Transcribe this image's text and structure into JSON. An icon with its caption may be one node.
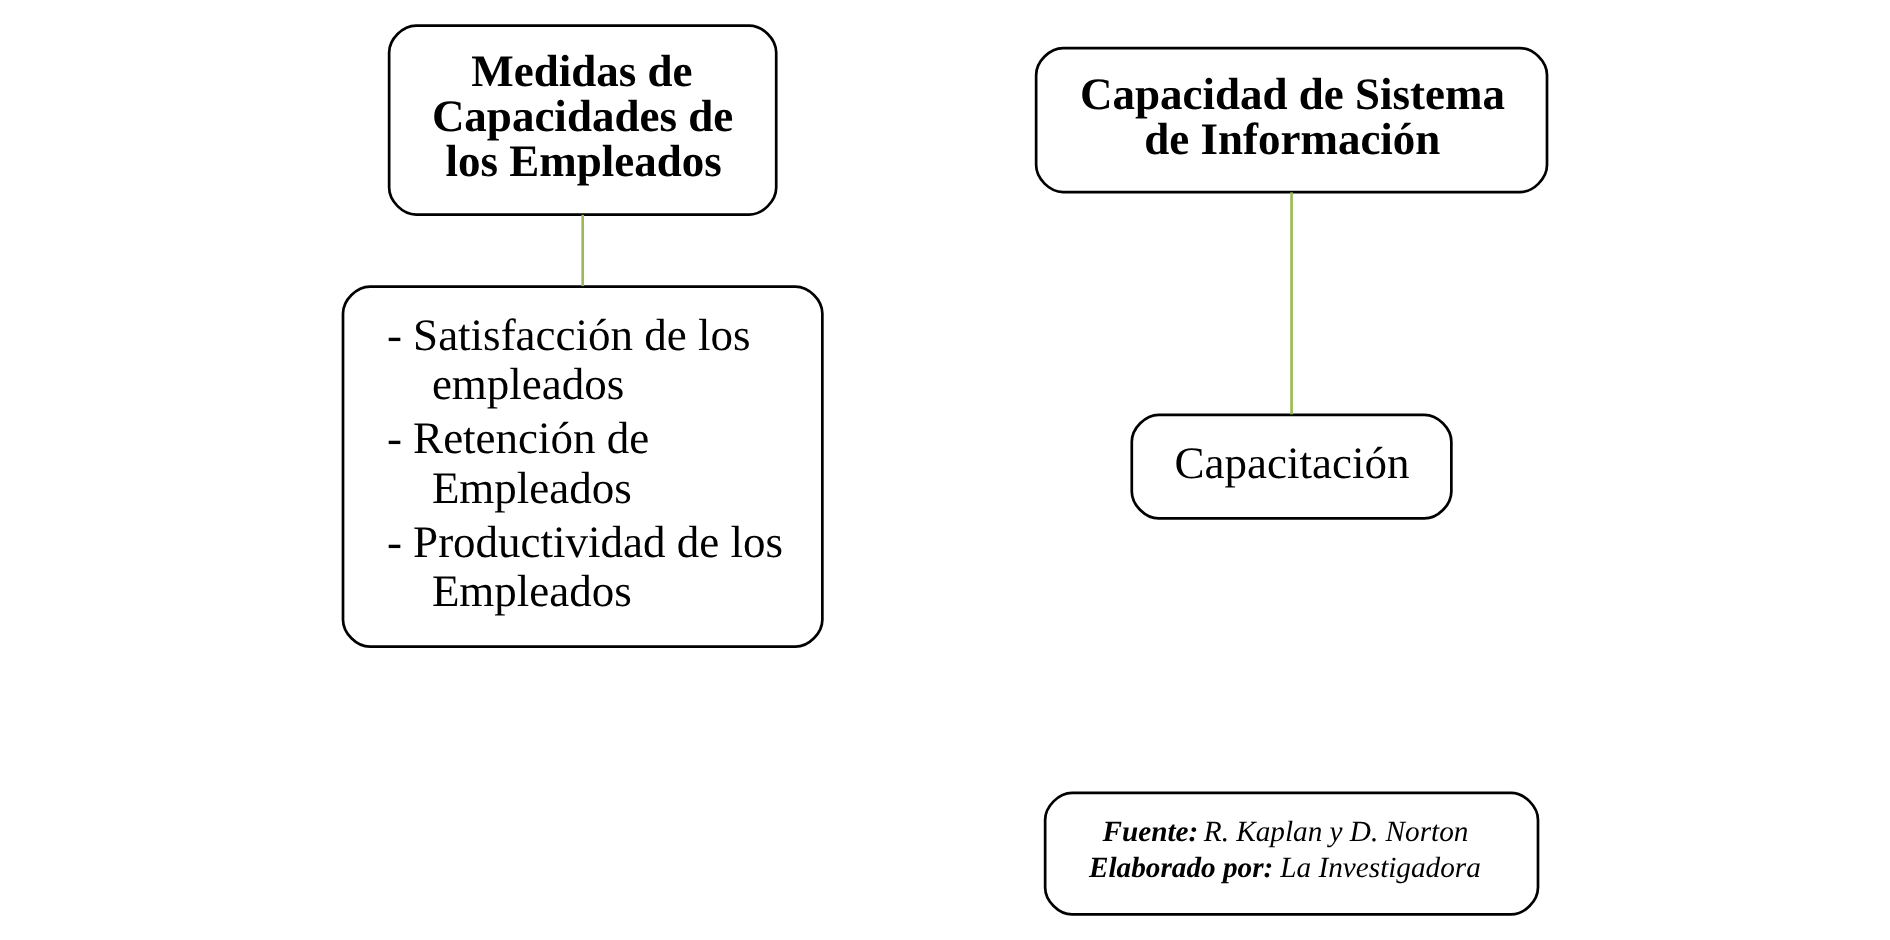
{
  "diagram": {
    "nodes": [
      {
        "text": [
          "Medidas de Capacidades de los Empleados"
        ]
      },
      {
        "text": [
          "- Satisfacción de los empleados",
          "- Retención de Empleados",
          "- Productividad de los Empleados"
        ]
      },
      {
        "text": [
          "Capacidad de Sistema de Información"
        ]
      },
      {
        "text": [
          "Capacitación"
        ]
      },
      {
        "text": [
          "Fuente: R. Kaplan y D. Norton",
          "Elaborado por: La Investigadora"
        ]
      }
    ],
    "edges": [
      {
        "from": 0,
        "to": 1,
        "arrow": "none"
      },
      {
        "from": 2,
        "to": 3,
        "arrow": "none"
      }
    ]
  }
}
